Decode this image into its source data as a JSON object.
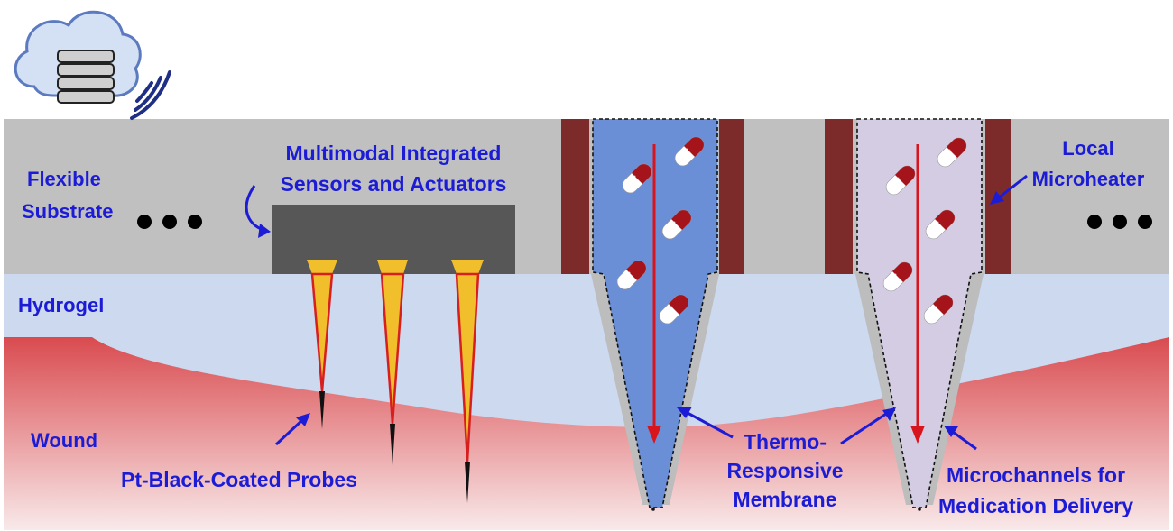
{
  "labels": {
    "flexible_substrate": [
      "Flexible",
      "Substrate"
    ],
    "multimodal": [
      "Multimodal Integrated",
      "Sensors and Actuators"
    ],
    "local_microheater": [
      "Local",
      "Microheater"
    ],
    "hydrogel": "Hydrogel",
    "wound": "Wound",
    "pt_black_probes": "Pt-Black-Coated Probes",
    "thermo_membrane": [
      "Thermo-",
      "Responsive",
      "Membrane"
    ],
    "microchannels": [
      "Microchannels for",
      "Medication Delivery"
    ]
  },
  "colors": {
    "label_text": "#1c1cd6",
    "substrate": "#c0c0c0",
    "hydrogel": "#ccd9ee",
    "wound_top": "#d94b4f",
    "wound_bottom": "#f9e9ea",
    "chip": "#575757",
    "probe_fill": "#f0bf2b",
    "probe_edge": "#d81f1f",
    "microneedle_blue": "#6b8fd6",
    "microneedle_lavender": "#d3cce3",
    "heater": "#7d2a2a",
    "arrow_red": "#d8141c",
    "cloud_fill": "#d4e0f3",
    "cloud_stroke": "#5b7ac0"
  },
  "icons": [
    "cloud-server-icon",
    "wireless-signal-icon",
    "capsule-icon"
  ]
}
